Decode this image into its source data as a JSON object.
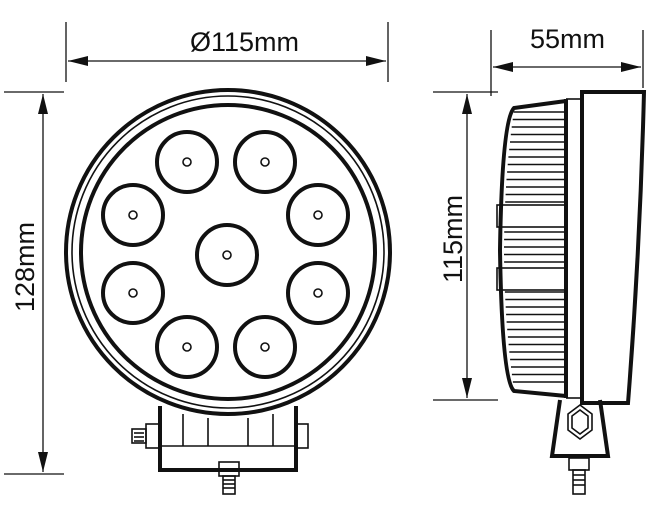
{
  "dimensions": {
    "front_diameter": "Ø115mm",
    "front_height": "128mm",
    "side_depth": "55mm",
    "side_height": "115mm"
  },
  "front_view": {
    "led_count": 9
  },
  "colors": {
    "line": "#111111",
    "background": "#ffffff"
  }
}
